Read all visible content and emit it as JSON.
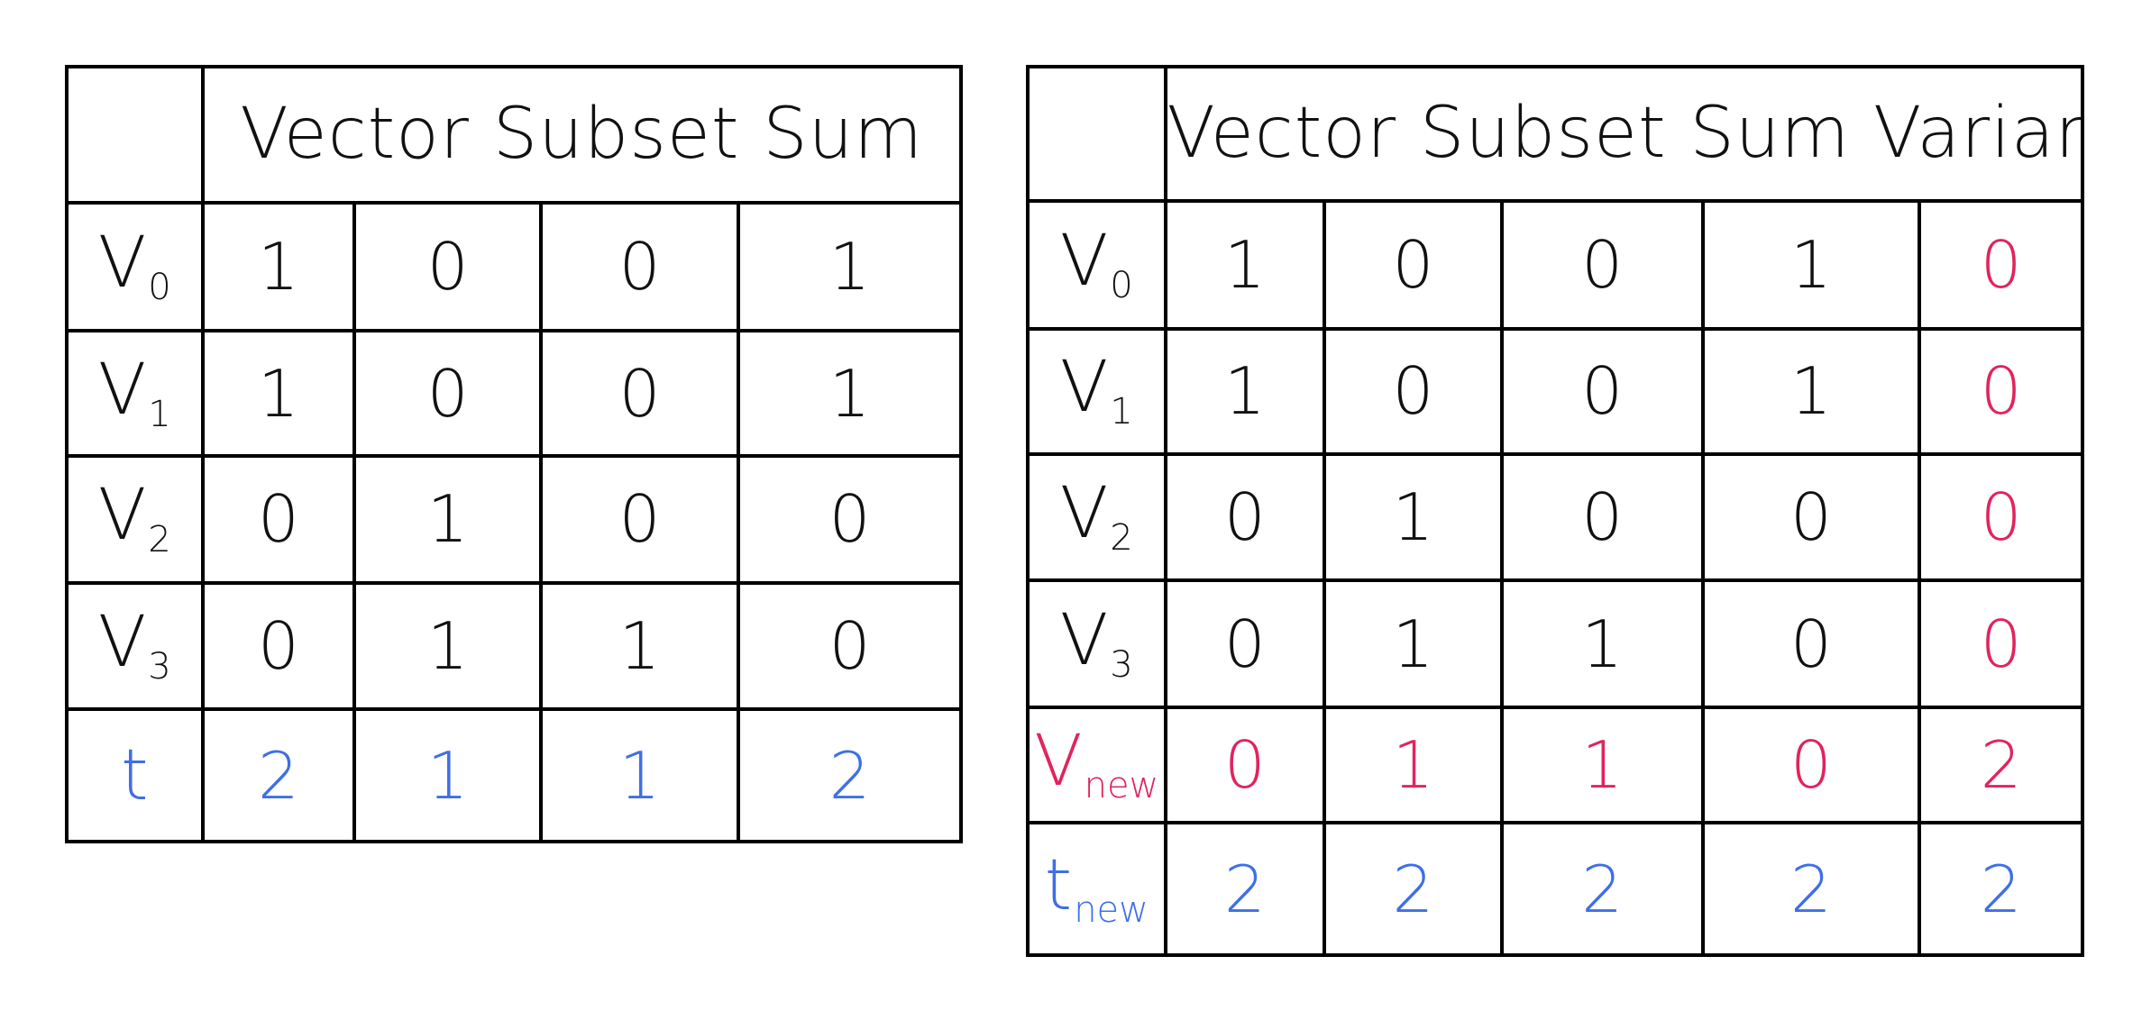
{
  "left_table": {
    "title": "Vector Subset Sum",
    "rows": [
      {
        "label": "V",
        "sub": "0",
        "color": "#111111",
        "values": [
          "1",
          "0",
          "0",
          "1"
        ],
        "value_color": "#111111"
      },
      {
        "label": "V",
        "sub": "1",
        "color": "#111111",
        "values": [
          "1",
          "0",
          "0",
          "1"
        ],
        "value_color": "#111111"
      },
      {
        "label": "V",
        "sub": "2",
        "color": "#111111",
        "values": [
          "0",
          "1",
          "0",
          "0"
        ],
        "value_color": "#111111"
      },
      {
        "label": "V",
        "sub": "3",
        "color": "#111111",
        "values": [
          "0",
          "1",
          "1",
          "0"
        ],
        "value_color": "#111111"
      },
      {
        "label": "t",
        "sub": "",
        "color": "#3f6fe6",
        "values": [
          "2",
          "1",
          "1",
          "2"
        ],
        "value_color": "#3f6fe6"
      }
    ]
  },
  "right_table": {
    "title": "Vector Subset Sum Variant",
    "rows": [
      {
        "label": "V",
        "sub": "0",
        "color": "#111111",
        "values": [
          "1",
          "0",
          "0",
          "1",
          "0"
        ],
        "value_colors": [
          "#111111",
          "#111111",
          "#111111",
          "#111111",
          "#e0245e"
        ]
      },
      {
        "label": "V",
        "sub": "1",
        "color": "#111111",
        "values": [
          "1",
          "0",
          "0",
          "1",
          "0"
        ],
        "value_colors": [
          "#111111",
          "#111111",
          "#111111",
          "#111111",
          "#e0245e"
        ]
      },
      {
        "label": "V",
        "sub": "2",
        "color": "#111111",
        "values": [
          "0",
          "1",
          "0",
          "0",
          "0"
        ],
        "value_colors": [
          "#111111",
          "#111111",
          "#111111",
          "#111111",
          "#e0245e"
        ]
      },
      {
        "label": "V",
        "sub": "3",
        "color": "#111111",
        "values": [
          "0",
          "1",
          "1",
          "0",
          "0"
        ],
        "value_colors": [
          "#111111",
          "#111111",
          "#111111",
          "#111111",
          "#e0245e"
        ]
      },
      {
        "label": "V",
        "sub": "new",
        "color": "#e0245e",
        "values": [
          "0",
          "1",
          "1",
          "0",
          "2"
        ],
        "value_colors": [
          "#e0245e",
          "#e0245e",
          "#e0245e",
          "#e0245e",
          "#e0245e"
        ]
      },
      {
        "label": "t",
        "sub": "new",
        "color": "#3f6fe6",
        "values": [
          "2",
          "2",
          "2",
          "2",
          "2"
        ],
        "value_colors": [
          "#3f6fe6",
          "#3f6fe6",
          "#3f6fe6",
          "#3f6fe6",
          "#3f6fe6"
        ]
      }
    ]
  },
  "colors": {
    "ink": "#111111",
    "blue": "#3f6fe6",
    "red": "#e0245e"
  }
}
